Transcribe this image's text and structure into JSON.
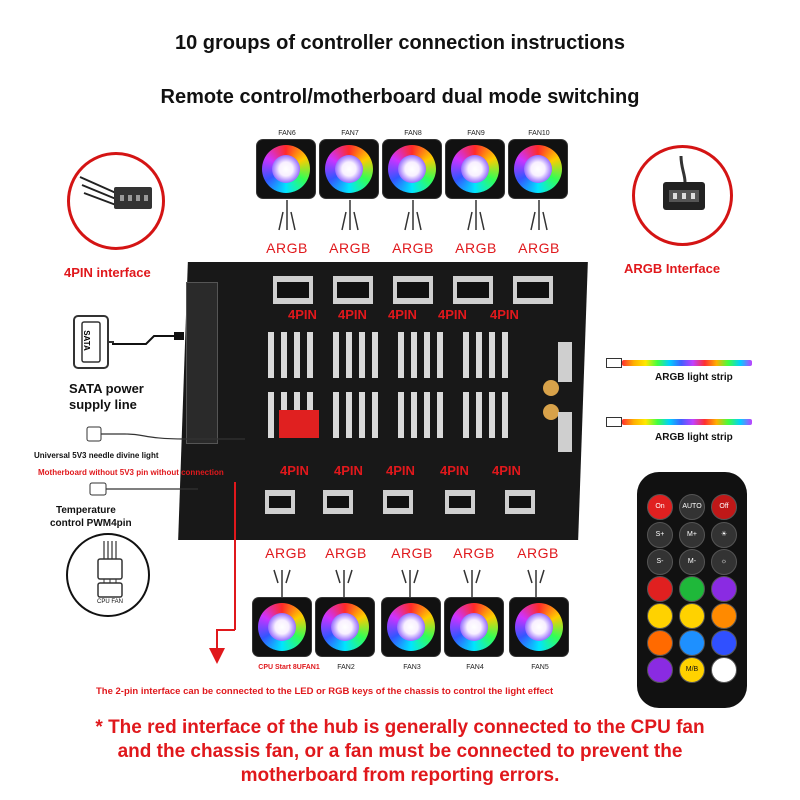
{
  "title": "10 groups of controller connection instructions",
  "subtitle": "Remote control/motherboard dual mode switching",
  "top_fans": [
    {
      "label": "FAN6",
      "argb": "ARGB"
    },
    {
      "label": "FAN7",
      "argb": "ARGB"
    },
    {
      "label": "FAN8",
      "argb": "ARGB"
    },
    {
      "label": "FAN9",
      "argb": "ARGB"
    },
    {
      "label": "FAN10",
      "argb": "ARGB"
    }
  ],
  "bottom_fans": [
    {
      "label": "CPU Start 8UFAN1",
      "argb": "ARGB"
    },
    {
      "label": "FAN2",
      "argb": "ARGB"
    },
    {
      "label": "FAN3",
      "argb": "ARGB"
    },
    {
      "label": "FAN4",
      "argb": "ARGB"
    },
    {
      "label": "FAN5",
      "argb": "ARGB"
    }
  ],
  "pin4_top": [
    "4PIN",
    "4PIN",
    "4PIN",
    "4PIN",
    "4PIN"
  ],
  "pin4_bottom": [
    "4PIN",
    "4PIN",
    "4PIN",
    "4PIN",
    "4PIN"
  ],
  "left": {
    "pin4_interface": "4PIN interface",
    "sata_label": "SATA",
    "sata_power": "SATA power",
    "sata_supply": "supply line",
    "universal": "Universal 5V3 needle divine light",
    "motherboard_note": "Motherboard without 5V3 pin without connection",
    "temperature": "Temperature",
    "pwm": "control PWM4pin",
    "cpu_fan": "CPU FAN"
  },
  "right": {
    "argb_interface": "ARGB Interface",
    "strip1": "ARGB light strip",
    "strip2": "ARGB light strip"
  },
  "remote": {
    "on": "On",
    "auto": "AUTO",
    "off": "Off",
    "s_plus": "S+",
    "m_plus": "M+",
    "s_minus": "S-",
    "m_minus": "M-",
    "mb": "M/B",
    "colors": [
      "#e02020",
      "#1fb83a",
      "#8a2be2",
      "#ffd200",
      "#ffd200",
      "#ff8a00",
      "#ff6a00",
      "#1e90ff",
      "#3050ff",
      "#8a2be2",
      "#ffd200",
      "#ffffff"
    ]
  },
  "pin2_note": "The 2-pin interface can be connected to the LED or RGB keys of the chassis to control the light effect",
  "warning": [
    "* The red interface of the hub is generally connected to the CPU fan",
    "and the chassis fan, or a fan must be connected to prevent the",
    "motherboard from reporting errors."
  ],
  "colors": {
    "accent_red": "#e0181c",
    "board": "#181818"
  }
}
